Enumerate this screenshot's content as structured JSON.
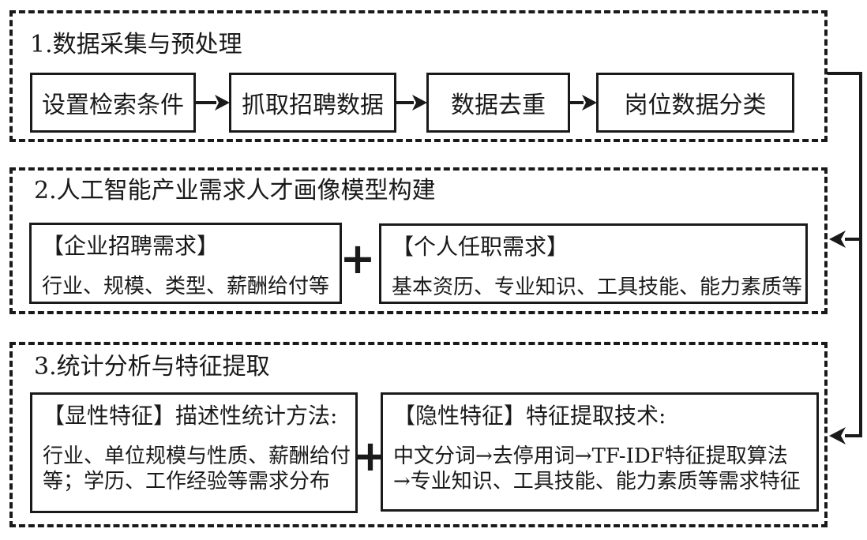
{
  "page": {
    "background": "#ffffff",
    "line_color": "#1a1a1a"
  },
  "sections": [
    {
      "title": "1.数据采集与预处理",
      "flow_steps": [
        "设置检索条件",
        "抓取招聘数据",
        "数据去重",
        "岗位数据分类"
      ],
      "arrow_icon": "right-arrow"
    },
    {
      "title": "2.人工智能产业需求人才画像模型构建",
      "left_box": {
        "heading": "【企业招聘需求】",
        "body": "行业、规模、类型、薪酬给付等"
      },
      "plus": "+",
      "right_box": {
        "heading": "【个人任职需求】",
        "body": "基本资历、专业知识、工具技能、能力素质等"
      }
    },
    {
      "title": "3.统计分析与特征提取",
      "left_box": {
        "heading": "【显性特征】描述性统计方法:",
        "body_lines": [
          "行业、单位规模与性质、薪酬给付",
          "等；学历、工作经验等需求分布"
        ]
      },
      "plus": "+",
      "right_box": {
        "heading": "【隐性特征】特征提取技术:",
        "body_lines": [
          "中文分词→去停用词→TF-IDF特征提取算法",
          "→专业知识、工具技能、能力素质等需求特征"
        ]
      }
    }
  ]
}
